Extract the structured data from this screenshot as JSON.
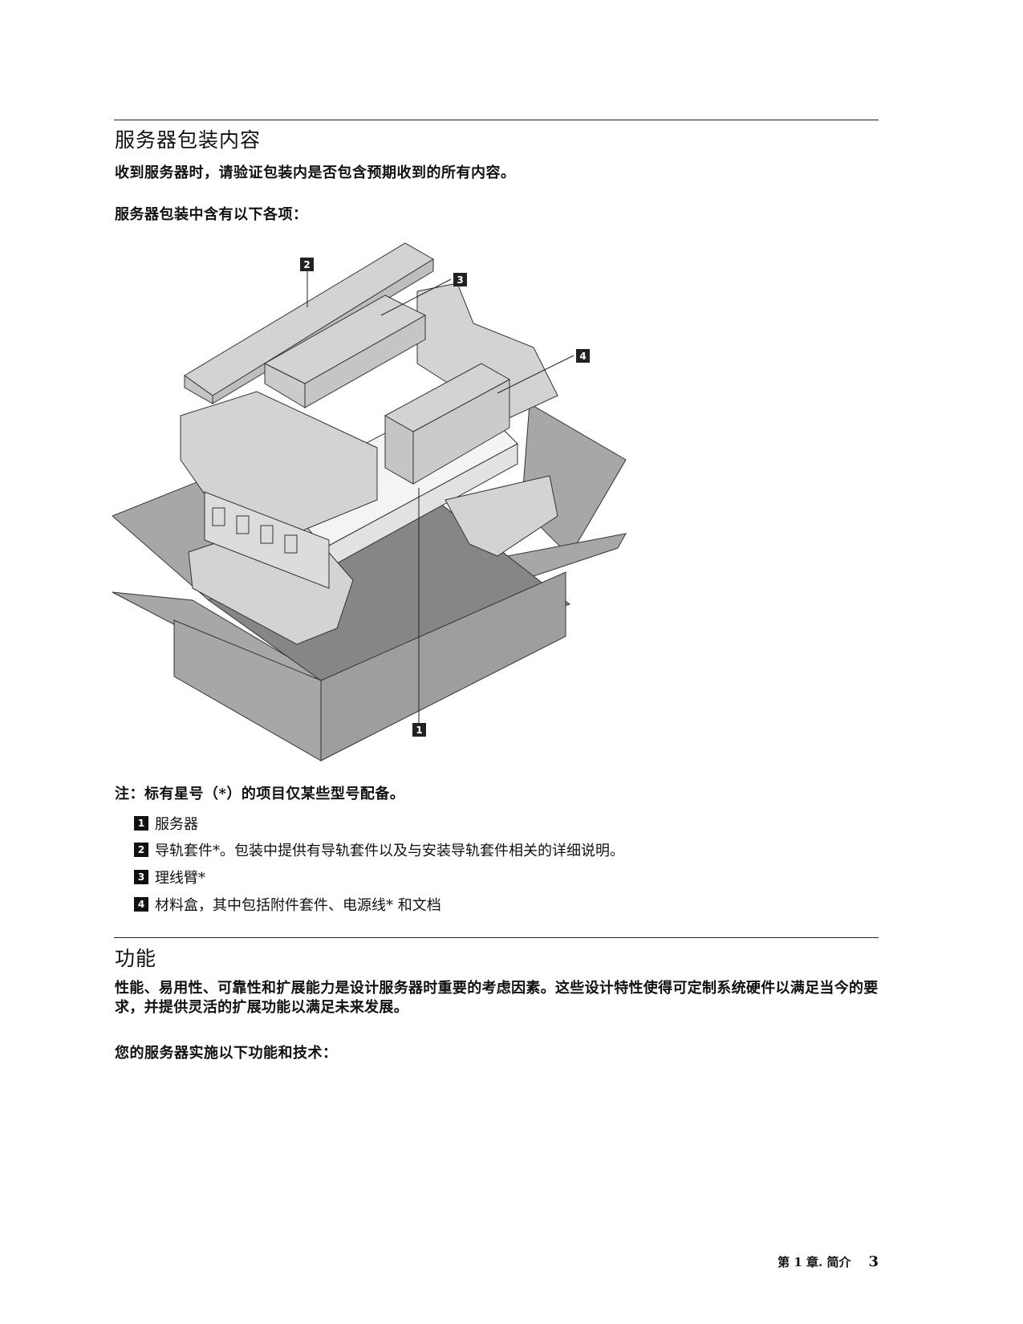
{
  "section1": {
    "title": "服务器包装内容",
    "intro": "收到服务器时，请验证包装内是否包含预期收到的所有内容。",
    "lead": "服务器包装中含有以下各项：",
    "figure": {
      "callouts": [
        "1",
        "2",
        "3",
        "4"
      ]
    },
    "note": "注：标有星号（*）的项目仅某些型号配备。",
    "items": [
      {
        "num": "1",
        "text": "服务器"
      },
      {
        "num": "2",
        "text": "导轨套件*。包装中提供有导轨套件以及与安装导轨套件相关的详细说明。"
      },
      {
        "num": "3",
        "text": "理线臂*"
      },
      {
        "num": "4",
        "text": "材料盒，其中包括附件套件、电源线* 和文档"
      }
    ]
  },
  "section2": {
    "title": "功能",
    "paragraph": "性能、易用性、可靠性和扩展能力是设计服务器时重要的考虑因素。这些设计特性使得可定制系统硬件以满足当今的要求，并提供灵活的扩展功能以满足未来发展。",
    "lead": "您的服务器实施以下功能和技术："
  },
  "footer": {
    "chapter": "第 1 章. 简介",
    "page": "3"
  }
}
